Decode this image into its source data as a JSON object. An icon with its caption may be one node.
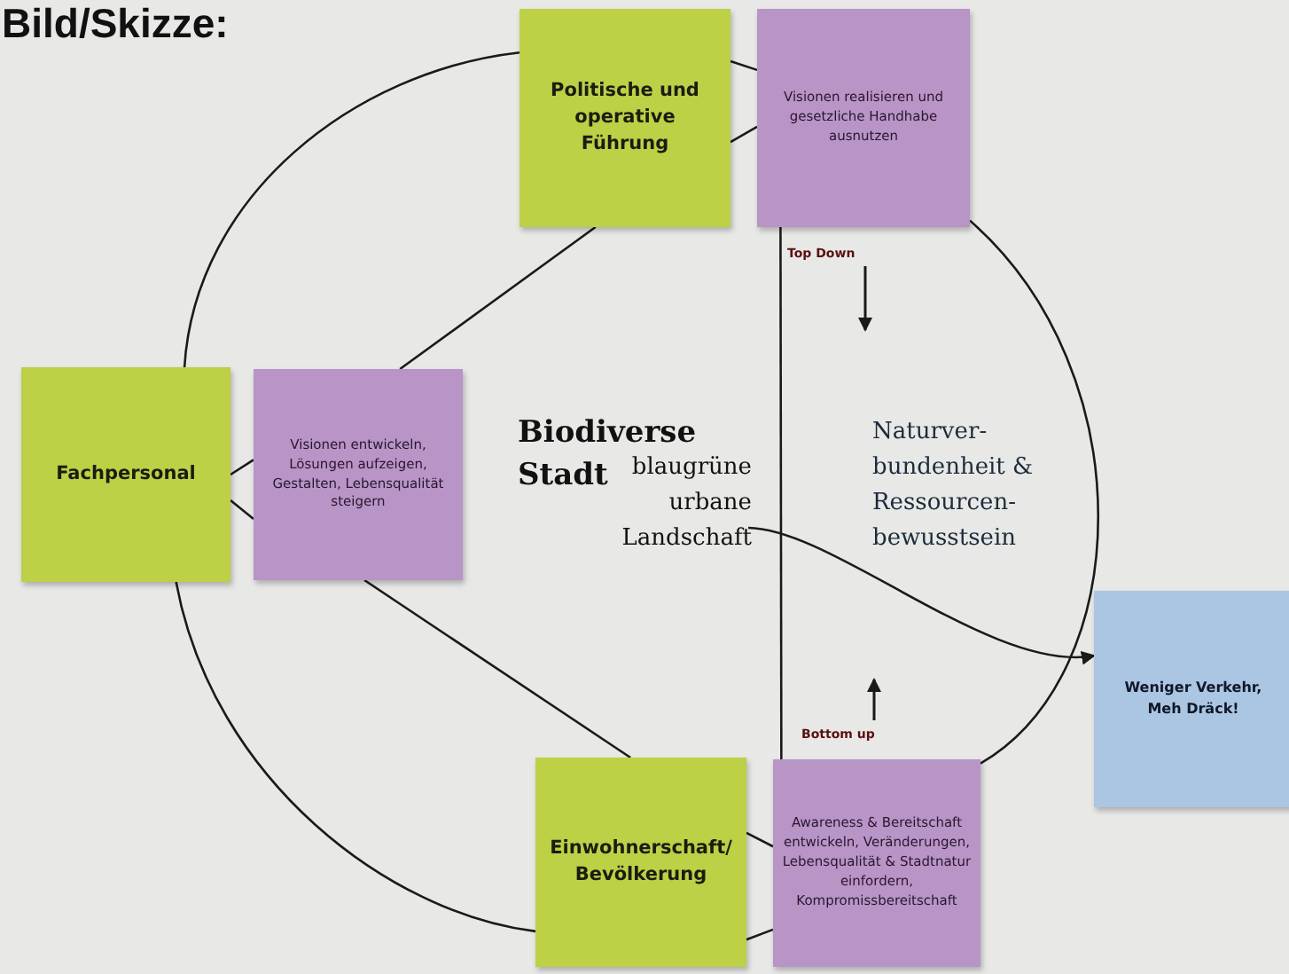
{
  "diagram": {
    "title": "Bild/Skizze:",
    "nodes": [
      {
        "text": [
          "Politische und operative Führung"
        ]
      },
      {
        "text": [
          "Visionen realisieren und gesetzliche Handhabe ausnutzen"
        ]
      },
      {
        "text": [
          "Fachpersonal"
        ]
      },
      {
        "text": [
          "Visionen entwickeln, Lösungen aufzeigen, Gestalten, Lebensqualität steigern"
        ]
      },
      {
        "text": [
          "Einwohnerschaft/ Bevölkerung"
        ]
      },
      {
        "text": [
          "Awareness & Bereitschaft entwickeln, Veränderungen, Lebensqualität & Stadtnatur einfordern, Kompromissbereitschaft"
        ]
      },
      {
        "text": [
          "Weniger Verkehr, Meh Dräck!"
        ]
      },
      {
        "text": [
          "Biodiverse Stadt",
          "blaugrüne urbane Landschaft"
        ]
      }
    ],
    "edges": [
      {
        "from": 2,
        "to": 0,
        "arrow": "none"
      },
      {
        "from": 2,
        "to": 4,
        "arrow": "none"
      },
      {
        "from": 1,
        "to": 5,
        "arrow": "none"
      },
      {
        "from": 0,
        "to": 1,
        "arrow": "none"
      },
      {
        "from": 0,
        "to": 1,
        "arrow": "none"
      },
      {
        "from": 2,
        "to": 3,
        "arrow": "none"
      },
      {
        "from": 2,
        "to": 3,
        "arrow": "none"
      },
      {
        "from": 4,
        "to": 5,
        "arrow": "none"
      },
      {
        "from": 4,
        "to": 5,
        "arrow": "none"
      },
      {
        "from": 0,
        "to": 3,
        "arrow": "none"
      },
      {
        "from": 3,
        "to": 4,
        "arrow": "none"
      },
      {
        "from": 1,
        "to": 5,
        "arrow": "none"
      },
      {
        "from": 7,
        "to": 6,
        "arrow": "to"
      }
    ],
    "labels": [
      "Top Down",
      "Naturver- bundenheit & Ressourcen- bewusstsein",
      "Bottom up"
    ]
  }
}
